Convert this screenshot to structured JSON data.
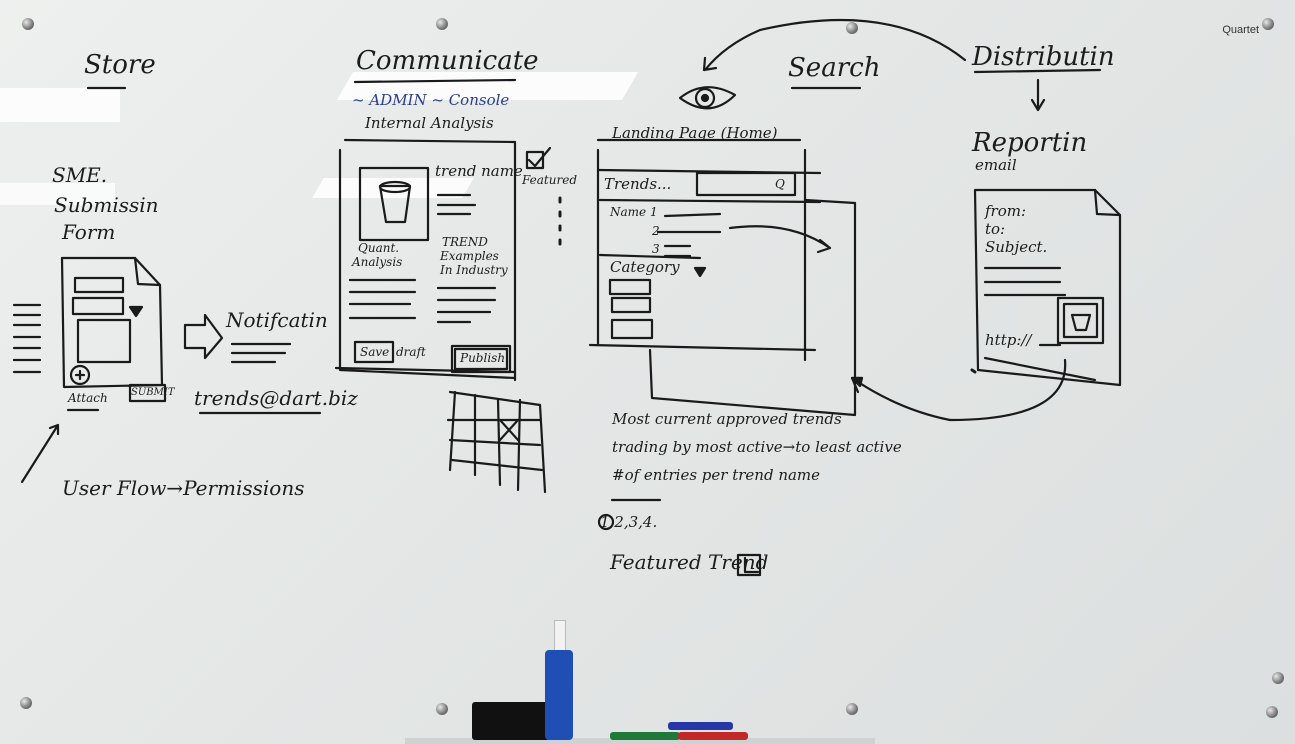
{
  "brand": "Quartet",
  "headings": {
    "store": "Store",
    "communicate": "Communicate",
    "search": "Search",
    "distribution": "Distributin"
  },
  "store": {
    "sme_title": "SME.",
    "sme_sub1": "Submissin",
    "sme_sub2": "Form",
    "attach": "Attach",
    "submit": "SUBMIT",
    "notification": "Notifcatin",
    "email": "trends@dart.biz",
    "user_flow": "User Flow→Permissions"
  },
  "communicate": {
    "admin_console": "~ ADMIN ~ Console",
    "internal": "Internal Analysis",
    "trend_name": "trend name",
    "featured": "Featured",
    "quant": "Quant.",
    "analysis": "Analysis",
    "trend_examples1": "TREND",
    "trend_examples2": "Examples",
    "trend_examples3": "In Industry",
    "save_draft": "Save",
    "draft": "draft",
    "publish": "Publish"
  },
  "search": {
    "landing": "Landing Page (Home)",
    "trends_field": "Trends...",
    "search_icon": "Q",
    "name1": "Name 1",
    "name2": "2",
    "name3": "3",
    "category": "Category",
    "note1": "Most current approved trends",
    "note2": "trading by most active→to least active",
    "note3": "#of entries per trend name",
    "note4": "1 2,3,4.",
    "featured_trend": "Featured Trend"
  },
  "distribution": {
    "reporting": "Reportin",
    "email": "email",
    "from": "from:",
    "to": "to:",
    "subject": "Subject.",
    "link": "http://"
  }
}
